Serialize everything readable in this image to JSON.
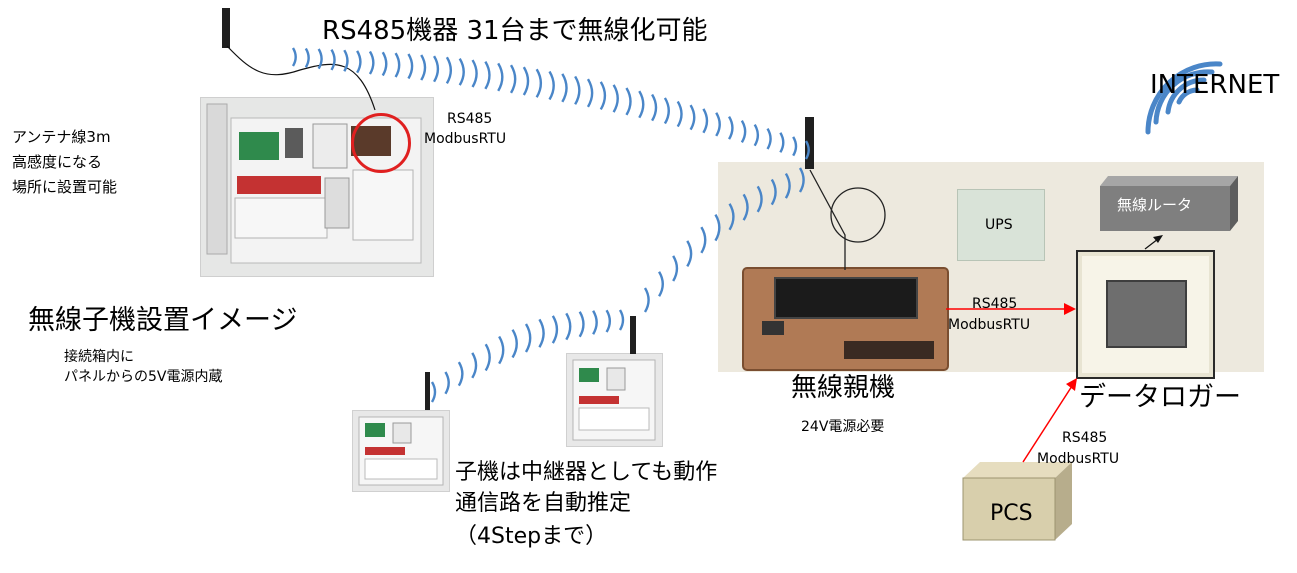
{
  "headline": "RS485機器 31台まで無線化可能",
  "internet_label": "INTERNET",
  "antenna_note": [
    "アンテナ線3m",
    "高感度になる",
    "場所に設置可能"
  ],
  "slave_panel_label": {
    "line1": "RS485",
    "line2": "ModbusRTU"
  },
  "slave_title": "無線子機設置イメージ",
  "slave_power_note": [
    "接続箱内に",
    "パネルからの5V電源内蔵"
  ],
  "ups_label": "UPS",
  "router_label": "無線ルータ",
  "master_link_label": {
    "line1": "RS485",
    "line2": "ModbusRTU"
  },
  "master_title": "無線親機",
  "master_power_note": "24V電源必要",
  "logger_title": "データロガー",
  "pcs_link_label": {
    "line1": "RS485",
    "line2": "ModbusRTU"
  },
  "pcs_label": "PCS",
  "relay_note": [
    "子機は中継器としても動作",
    "通信路を自動推定",
    "（4Stepまで）"
  ],
  "colors": {
    "wave": "#4a86c8",
    "link_line": "#ff0000",
    "backplate": "#ede9de",
    "panel_highlight": "#e02020"
  }
}
